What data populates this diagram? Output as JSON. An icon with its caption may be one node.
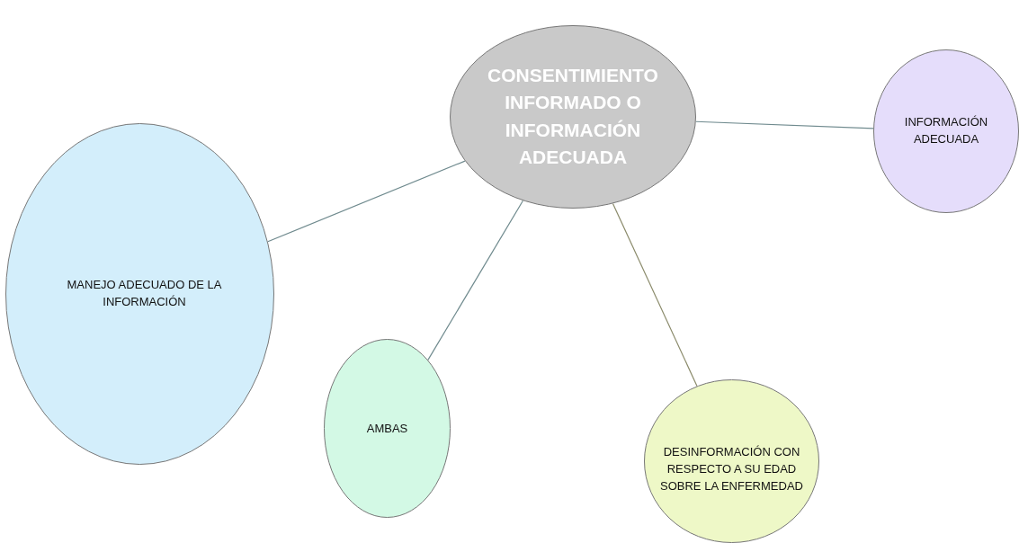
{
  "diagram": {
    "nodes": [
      {
        "text": [
          "CONSENTIMIENTO INFORMADO O INFORMACIÓN ADECUADA"
        ]
      },
      {
        "text": [
          "INFORMACIÓN ADECUADA"
        ]
      },
      {
        "text": [
          "MANEJO ADECUADO DE LA INFORMACIÓN"
        ]
      },
      {
        "text": [
          "AMBAS"
        ]
      },
      {
        "text": [
          "DESINFORMACIÓN CON RESPECTO A SU EDAD SOBRE LA ENFERMEDAD"
        ]
      }
    ],
    "edges": [
      {
        "from": 0,
        "to": 1,
        "arrow": "none"
      },
      {
        "from": 0,
        "to": 2,
        "arrow": "none"
      },
      {
        "from": 0,
        "to": 3,
        "arrow": "none"
      },
      {
        "from": 0,
        "to": 4,
        "arrow": "none",
        "color": "#8a8a6a"
      }
    ]
  }
}
